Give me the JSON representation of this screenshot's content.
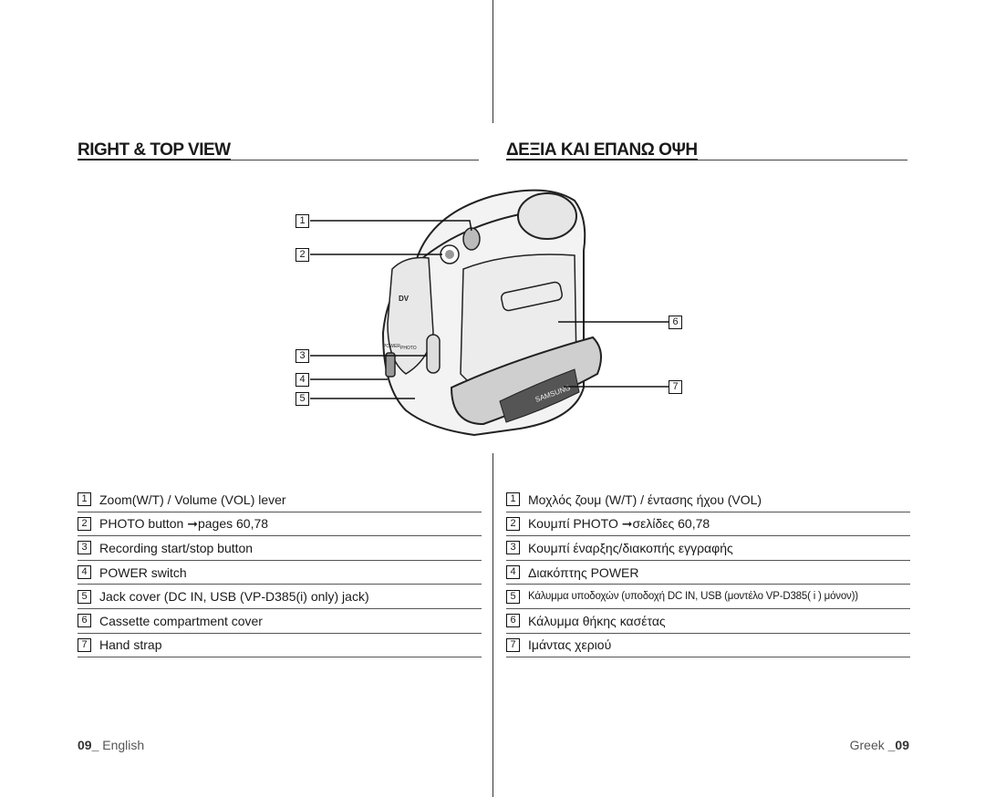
{
  "left": {
    "heading": "RIGHT & TOP VIEW",
    "items": [
      {
        "num": "1",
        "text": "Zoom(W/T) / Volume (VOL) lever"
      },
      {
        "num": "2",
        "text": "PHOTO button ➞pages 60,78"
      },
      {
        "num": "3",
        "text": "Recording start/stop button"
      },
      {
        "num": "4",
        "text": "POWER switch"
      },
      {
        "num": "5",
        "text": "Jack cover (DC IN, USB (VP-D385(i) only) jack)"
      },
      {
        "num": "6",
        "text": "Cassette compartment cover"
      },
      {
        "num": "7",
        "text": "Hand strap"
      }
    ],
    "footer_page": "09_",
    "footer_lang": "English"
  },
  "right": {
    "heading": "ΔΕΞΙΑ ΚΑΙ ΕΠΑΝΩ ΟΨΗ",
    "items": [
      {
        "num": "1",
        "text": "Μοχλός ζουμ (W/T) / έντασης ήχου (VOL)"
      },
      {
        "num": "2",
        "text": "Κουμπί PHOTO ➞σελίδες  60,78"
      },
      {
        "num": "3",
        "text": "Κουμπί έναρξης/διακοπής εγγραφής"
      },
      {
        "num": "4",
        "text": "Διακόπτης POWER"
      },
      {
        "num": "5",
        "text": "Κάλυμμα υποδοχών (υποδοχή DC IN, USB (μοντέλο VP-D385( i ) μόνον))"
      },
      {
        "num": "6",
        "text": "Κάλυμμα θήκης κασέτας"
      },
      {
        "num": "7",
        "text": "Ιμάντας χεριού"
      }
    ],
    "footer_lang": "Greek",
    "footer_page": "_09"
  },
  "illustration": {
    "callouts": [
      "1",
      "2",
      "3",
      "4",
      "5",
      "6",
      "7"
    ],
    "labels": {
      "dv": "DV",
      "photo": "PHOTO",
      "power": "POWER",
      "brand": "SAMSUNG"
    }
  }
}
